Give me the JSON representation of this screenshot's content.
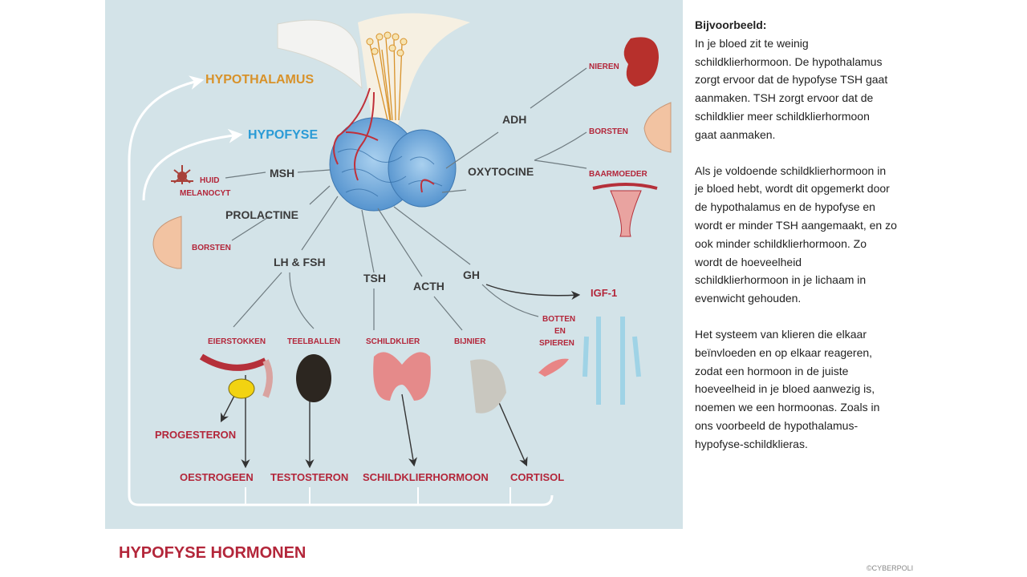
{
  "diagram": {
    "hypothalamus": "HYPOTHALAMUS",
    "hypofyse": "HYPOFYSE",
    "hormones": {
      "msh": "MSH",
      "prolactine": "PROLACTINE",
      "lh_fsh": "LH & FSH",
      "tsh": "TSH",
      "acth": "ACTH",
      "gh": "GH",
      "adh": "ADH",
      "oxytocine": "OXYTOCINE"
    },
    "targets": {
      "huid": "HUID",
      "melanocyt": "MELANOCYT",
      "borsten_left": "BORSTEN",
      "nieren": "NIEREN",
      "borsten_right": "BORSTEN",
      "baarmoeder": "BAARMOEDER",
      "eierstokken": "EIERSTOKKEN",
      "teelballen": "TEELBALLEN",
      "schildklier": "SCHILDKLIER",
      "bijnier": "BIJNIER",
      "botten": "BOTTEN",
      "en": "EN",
      "spieren": "SPIEREN",
      "igf1": "IGF-1"
    },
    "products": {
      "progesteron": "PROGESTERON",
      "oestrogeen": "OESTROGEEN",
      "testosteron": "TESTOSTERON",
      "schildklierhormoon": "SCHILDKLIERHORMOON",
      "cortisol": "CORTISOL"
    },
    "colors": {
      "panel": "#d3e3e8",
      "red_label": "#b3263a",
      "hypothalamus_label": "#d8922a",
      "hypofyse_label": "#2a9bd6",
      "gland_blue": "#5b9fd6",
      "vessel_red": "#c0303a"
    }
  },
  "sidebar": {
    "heading": "Bijvoorbeeld:",
    "paragraph1": "In je bloed zit te weinig\nschildklierhormoon. De hypothalamus\nzorgt ervoor dat de hypofyse TSH gaat\naanmaken. TSH zorgt ervoor dat de\nschildklier meer schildklierhormoon\ngaat aanmaken.",
    "paragraph2": "Als je voldoende schildklierhormoon in\nje bloed hebt, wordt dit opgemerkt door\nde hypothalamus en de hypofyse en\nwordt er minder TSH aangemaakt, en zo\nook minder schildklierhormoon. Zo\nwordt de hoeveelheid\nschildklierhormoon in je lichaam in\nevenwicht gehouden.",
    "paragraph3": "Het systeem van klieren die elkaar\nbeïnvloeden en op elkaar reageren,\nzodat een hormoon in de juiste\nhoeveelheid in je bloed aanwezig is,\nnoemen we een hormoonas. Zoals in\nons voorbeeld de hypothalamus-\nhypofyse-schildklieras."
  },
  "page_title": "HYPOFYSE HORMONEN",
  "copyright": "©CYBERPOLI"
}
